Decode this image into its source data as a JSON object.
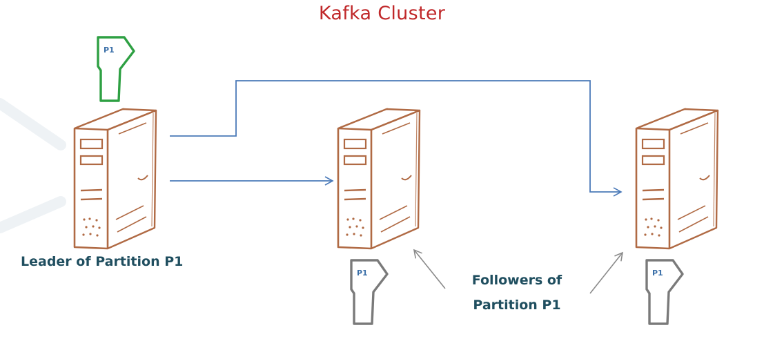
{
  "title": "Kafka Cluster",
  "leader": {
    "caption": "Leader of Partition P1",
    "partition_tag": "P1",
    "tag_color": "#2ea043"
  },
  "followers": {
    "caption_line1": "Followers of",
    "caption_line2": "Partition P1",
    "partition_tag": "P1",
    "tag_color": "#7a7a7a"
  },
  "colors": {
    "title": "#c0282a",
    "server": "#b06a44",
    "replication_arrow": "#4a79b8",
    "pointer_arrow": "#8a8a8a",
    "caption": "#1f4e5f"
  },
  "icons": [
    "server-icon",
    "partition-tag-icon",
    "arrow-icon"
  ]
}
